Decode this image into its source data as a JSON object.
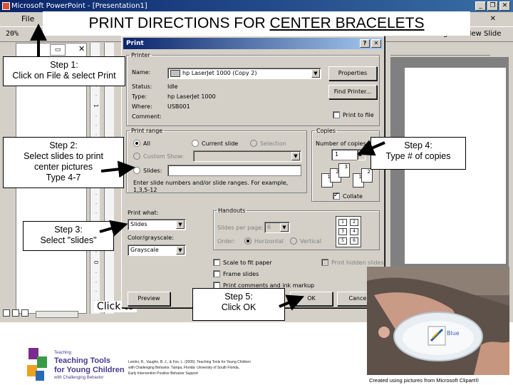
{
  "app": {
    "title": "Microsoft PowerPoint - [Presentation1]",
    "menu_file": "File",
    "zoom": "20%",
    "toolbar_design": "Design",
    "toolbar_new_slide": "New Slide",
    "click_to_add": "Click to",
    "ruler_text": "1 · · · 1 · · · 2 · · · 1 · · · 1 · · · 0 · · · 1"
  },
  "heading": {
    "prefix": "PRINT DIRECTIONS FOR ",
    "emphasis": "CENTER BRACELETS"
  },
  "dialog": {
    "title": "Print",
    "printer_group": "Printer",
    "name_label": "Name:",
    "name_value": "hp LaserJet 1000 (Copy 2)",
    "properties_button": "Properties",
    "status_label": "Status:",
    "status_value": "Idle",
    "type_label": "Type:",
    "type_value": "hp LaserJet 1000",
    "where_label": "Where:",
    "where_value": "USB001",
    "comment_label": "Comment:",
    "find_printer_button": "Find Printer...",
    "print_to_file": "Print to file",
    "range_group": "Print range",
    "range_all": "All",
    "range_current": "Current slide",
    "range_selection": "Selection",
    "range_custom": "Custom Show:",
    "range_slides": "Slides:",
    "range_hint_1": "Enter slide numbers and/or slide ranges. For example,",
    "range_hint_2": "1,3,5-12",
    "copies_group": "Copies",
    "copies_label": "Number of copies:",
    "copies_value": "1",
    "collate": "Collate",
    "print_what_label": "Print what:",
    "print_what_value": "Slides",
    "color_label": "Color/grayscale:",
    "color_value": "Grayscale",
    "handouts_group": "Handouts",
    "slides_per_page_label": "Slides per page:",
    "slides_per_page_value": "6",
    "order_label": "Order:",
    "order_horizontal": "Horizontal",
    "order_vertical": "Vertical",
    "scale_to_fit": "Scale to fit paper",
    "frame_slides": "Frame slides",
    "print_comments": "Print comments and ink markup",
    "print_hidden": "Print hidden slides",
    "preview_button": "Preview",
    "ok_button": "OK",
    "cancel_button": "Cancel"
  },
  "callouts": {
    "step1_line1": "Step 1:",
    "step1_line2": "Click on File &  select Print",
    "step2_line1": "Step 2:",
    "step2_line2": "Select slides to print",
    "step2_line3": "center pictures",
    "step2_line4": "Type 4-7",
    "step3_line1": "Step 3:",
    "step3_line2": "Select \"slides\"",
    "step4_line1": "Step 4:",
    "step4_line2": "Type # of copies",
    "step5_line1": "Step 5:",
    "step5_line2": "Click OK"
  },
  "footer": {
    "credit_1": "Lentini, R., Vaughn, B. J., & Fox, L. (2005). Teaching Tools for Young Children",
    "credit_2": "with Challenging Behavior. Tampa, Florida: University of South Florida,",
    "credit_3": "Early Intervention Positive Behavior Support",
    "clipart_note": "Created using pictures from Microsoft Clipart®",
    "logo_small": "Teaching",
    "logo_main": "Teaching Tools",
    "logo_sub": "for Young Children",
    "logo_tag": "with Challenging Behavior"
  },
  "colors": {
    "titlebar": "#0a246a",
    "dialog_face": "#d4d0c8",
    "logo": "#4a3a8c"
  }
}
